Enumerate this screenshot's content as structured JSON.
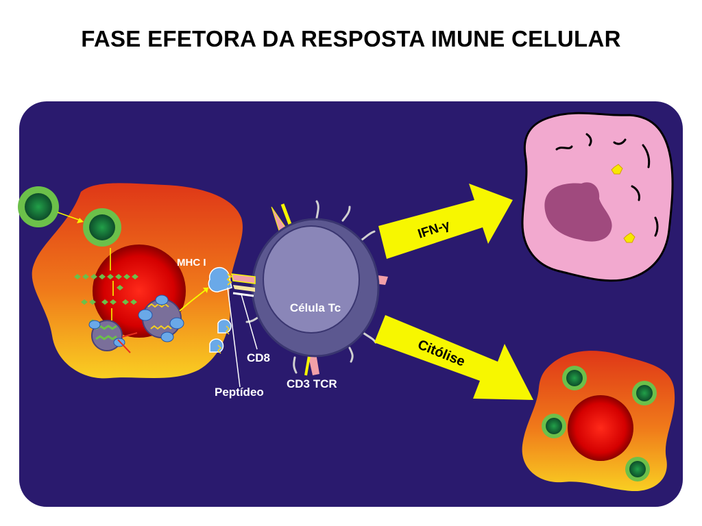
{
  "title": "FASE EFETORA DA RESPOSTA IMUNE CELULAR",
  "labels": {
    "mhc": "MHC I",
    "tcell": "Célula Tc",
    "cd8": "CD8",
    "peptide": "Peptídeo",
    "cd3tcr": "CD3 TCR",
    "ifn": "IFN-γ",
    "cytolysis": "Citólise"
  },
  "colors": {
    "background_panel": "#2a1a6e",
    "arrow_yellow": "#f7f700",
    "infected_cell_top": "#e03a1a",
    "infected_cell_bottom": "#f7c81e",
    "nucleus_red": "#e00000",
    "tcell": "#8a86b8",
    "target_cell_pink": "#f2a9cf",
    "target_nucleus": "#a04a7e",
    "virus_green": "#1e9a3c"
  }
}
